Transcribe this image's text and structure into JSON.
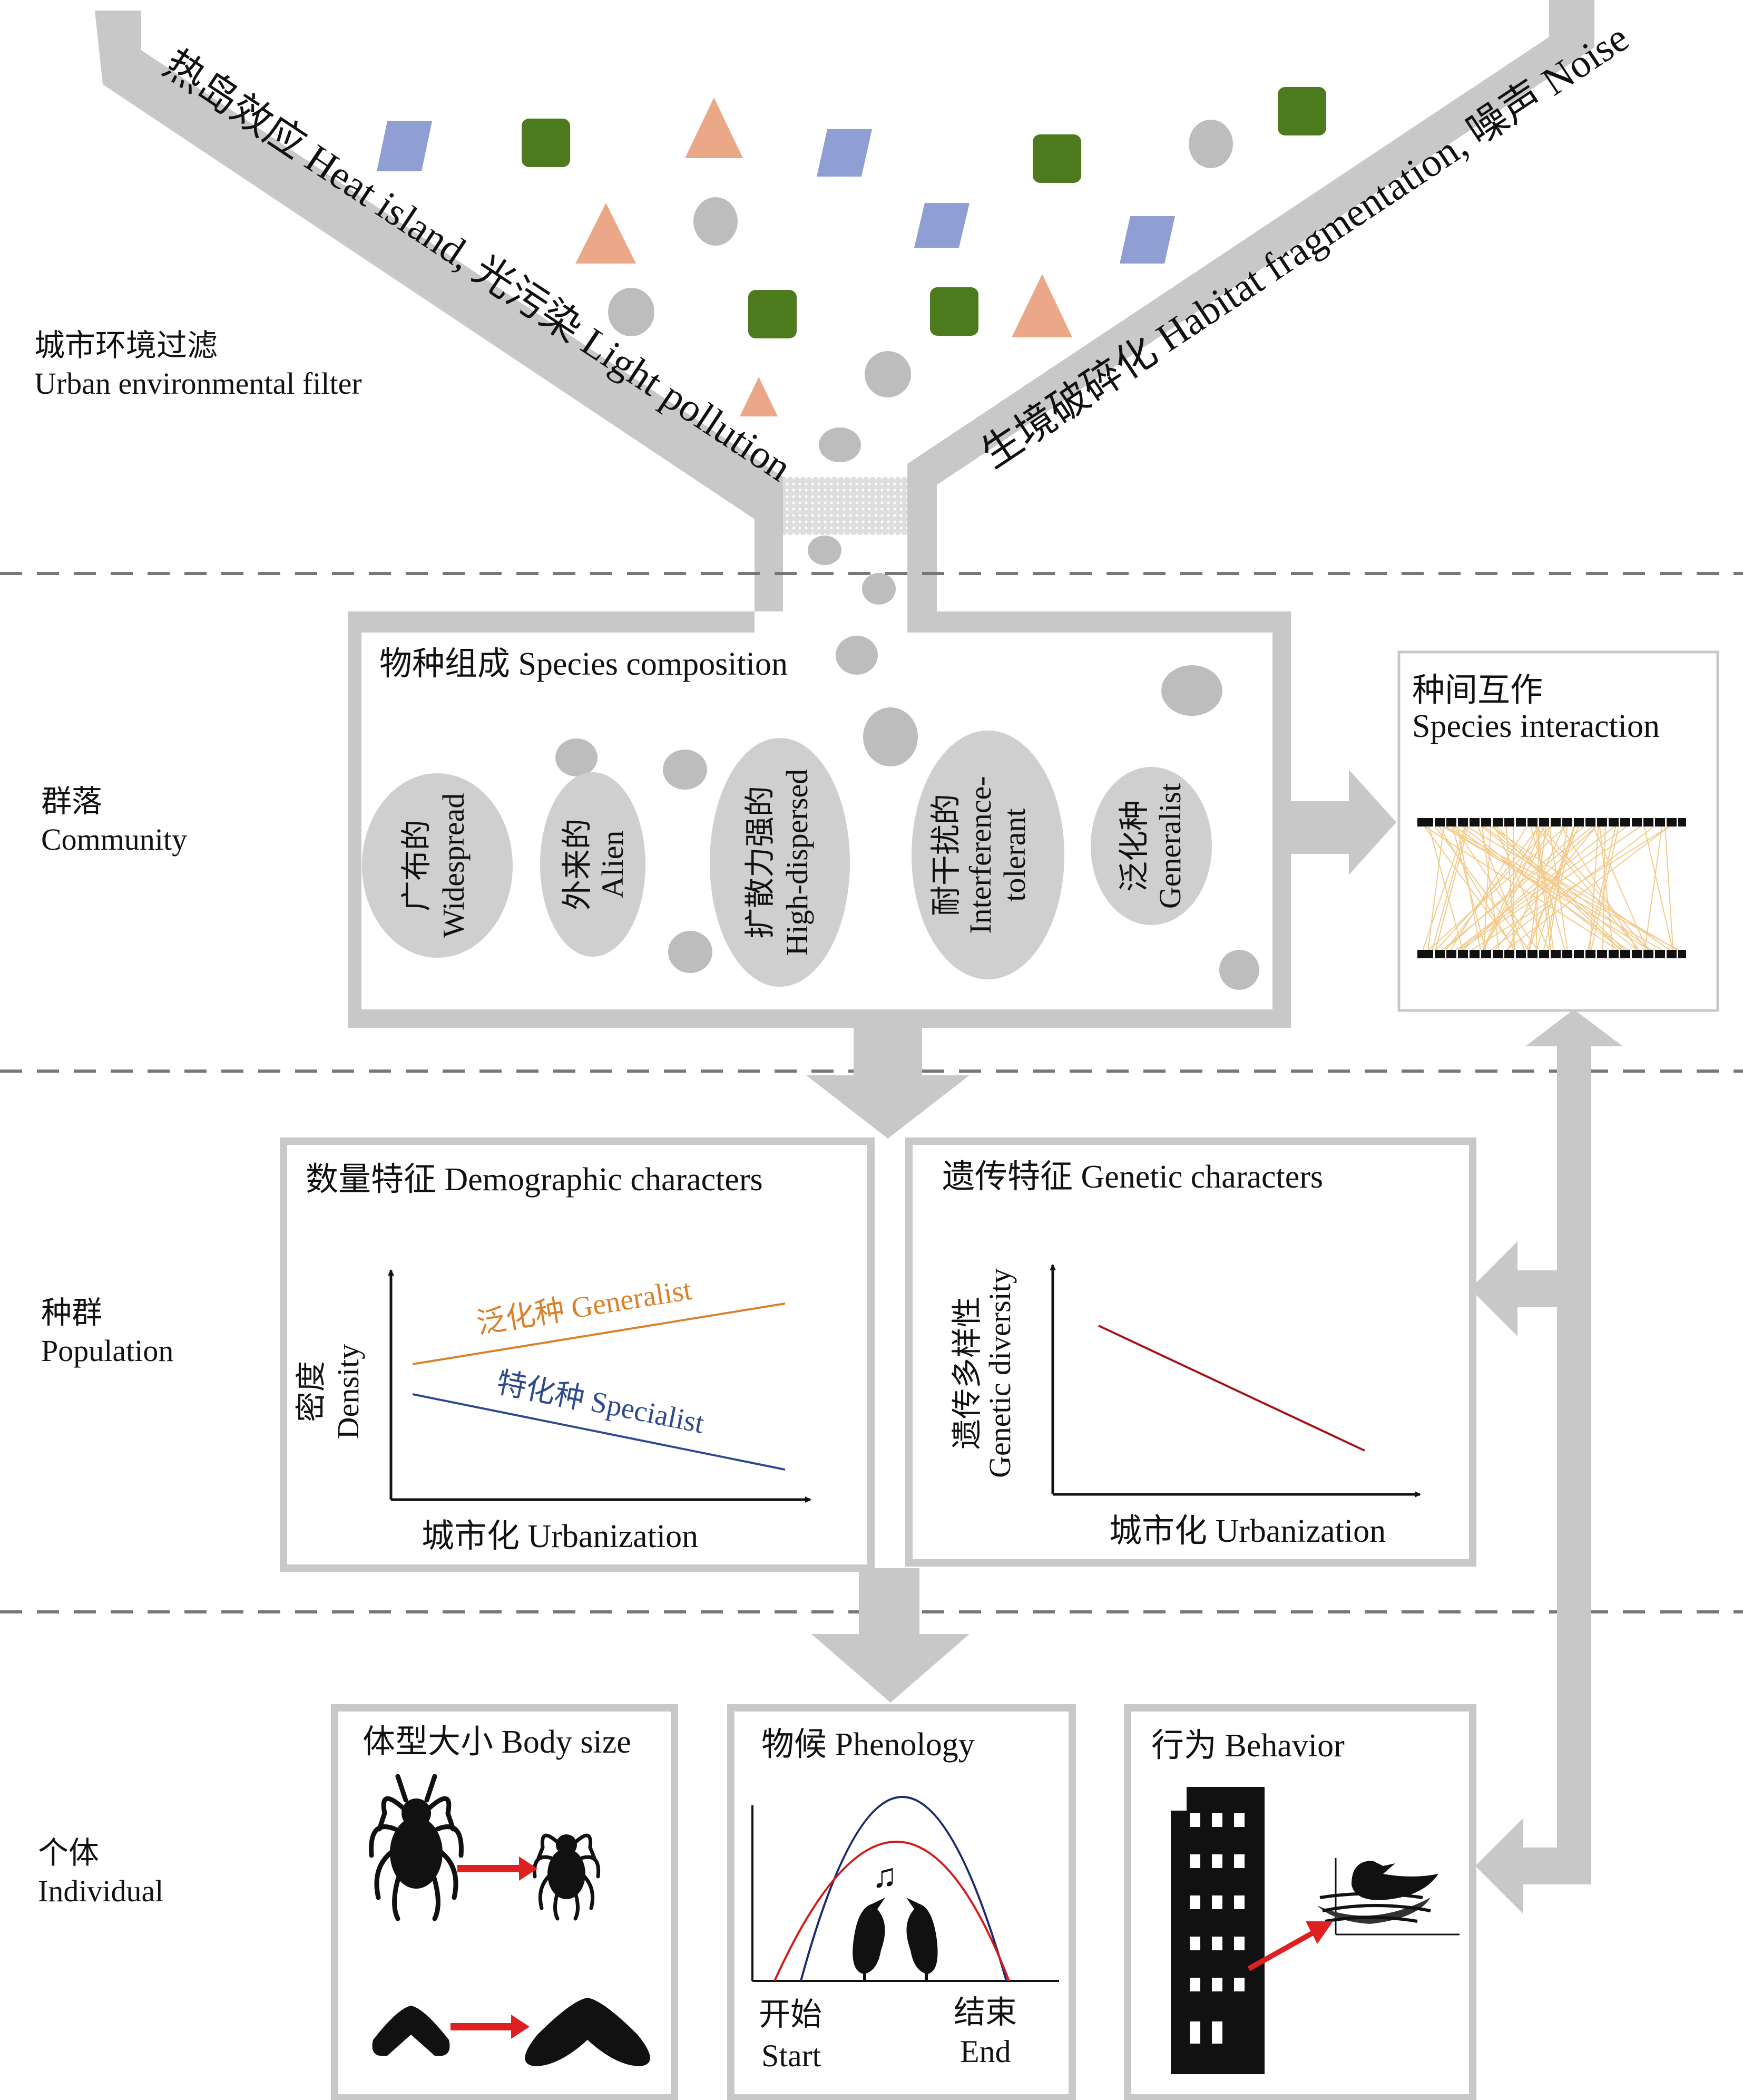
{
  "levels": {
    "filter": {
      "zh": "城市环境过滤",
      "en": "Urban environmental filter"
    },
    "community": {
      "zh": "群落",
      "en": "Community"
    },
    "population": {
      "zh": "种群",
      "en": "Population"
    },
    "individual": {
      "zh": "个体",
      "en": "Individual"
    }
  },
  "funnel": {
    "left_label": "热岛效应 Heat island, 光污染 Light pollution",
    "right_label": "生境破碎化 Habitat fragmentation, 噪声 Noise"
  },
  "community_box": {
    "title": "物种组成 Species composition",
    "traits": [
      {
        "zh": "广布的",
        "en": "Widespread"
      },
      {
        "zh": "外来的",
        "en": "Alien"
      },
      {
        "zh": "扩散力强的",
        "en": "High-dispersed"
      },
      {
        "zh": "耐干扰的",
        "en": "Interference-",
        "en2": "tolerant"
      },
      {
        "zh": "泛化种",
        "en": "Generalist"
      }
    ]
  },
  "interaction_box": {
    "title_zh": "种间互作",
    "title_en": "Species interaction"
  },
  "demographic": {
    "title": "数量特征 Demographic characters",
    "ylabel_zh": "密度",
    "ylabel_en": "Density",
    "xlabel": "城市化 Urbanization",
    "generalist_label": "泛化种 Generalist",
    "specialist_label": "特化种 Specialist",
    "generalist_color": "#d9822b",
    "specialist_color": "#2e4a8e"
  },
  "genetic": {
    "title": "遗传特征 Genetic characters",
    "ylabel_zh": "遗传多样性",
    "ylabel_en": "Genetic diversity",
    "xlabel": "城市化 Urbanization",
    "line_color": "#a3141a"
  },
  "bodysize": {
    "title": "体型大小 Body size"
  },
  "phenology": {
    "title": "物候 Phenology",
    "start_zh": "开始",
    "start_en": "Start",
    "end_zh": "结束",
    "end_en": "End"
  },
  "behavior": {
    "title": "行为 Behavior"
  },
  "colors": {
    "gray": "#c8c8c8",
    "blob": "#bdbdbd",
    "green": "#4d7a1c",
    "blue": "#8f9fd4",
    "salmon": "#eba889",
    "edge": "#f0c27a",
    "arrow_red": "#e02020"
  }
}
